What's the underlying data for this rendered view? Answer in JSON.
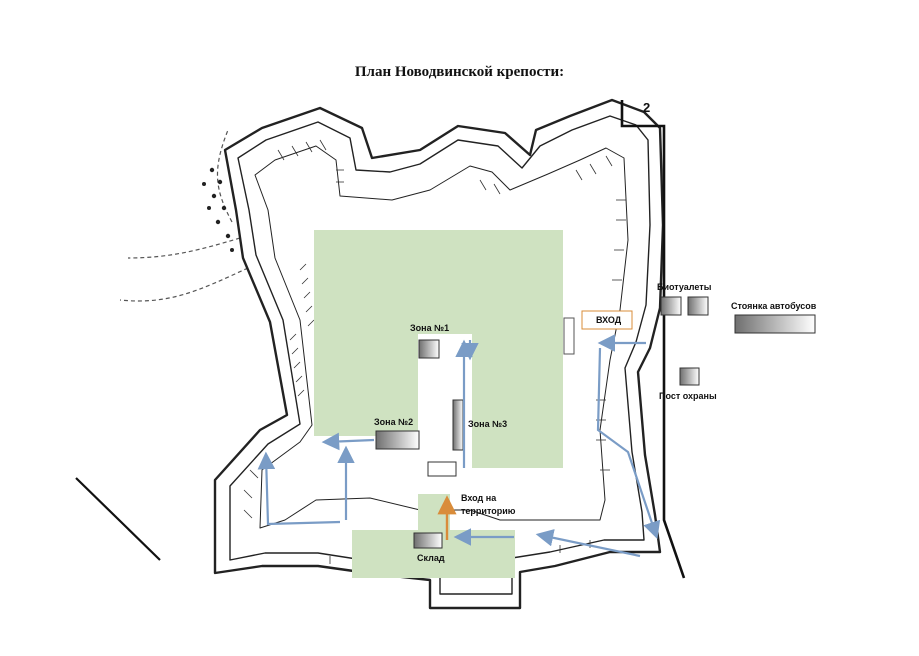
{
  "title": "План Новодвинской крепости:",
  "labels": {
    "entrance": "ВХОД",
    "toilets": "Биотуалеты",
    "bus_parking": "Стоянка автобусов",
    "guard_post": "Пост охраны",
    "zone1": "Зона №1",
    "zone2": "Зона №2",
    "zone3": "Зона №3",
    "territory_entrance_l1": "Вход на",
    "territory_entrance_l2": "территорию",
    "warehouse": "Склад",
    "corner_number": "2"
  },
  "colors": {
    "zone_fill": "#cfe2c1",
    "arrow_blue": "#7a9cc6",
    "arrow_orange": "#d98c3a",
    "wall": "#222222",
    "box_gray": "#b5b5b5"
  },
  "icons": [
    "arrow-icon",
    "toilet-icon",
    "bus-icon",
    "guard-post-icon",
    "zone-marker-icon",
    "warehouse-icon"
  ]
}
